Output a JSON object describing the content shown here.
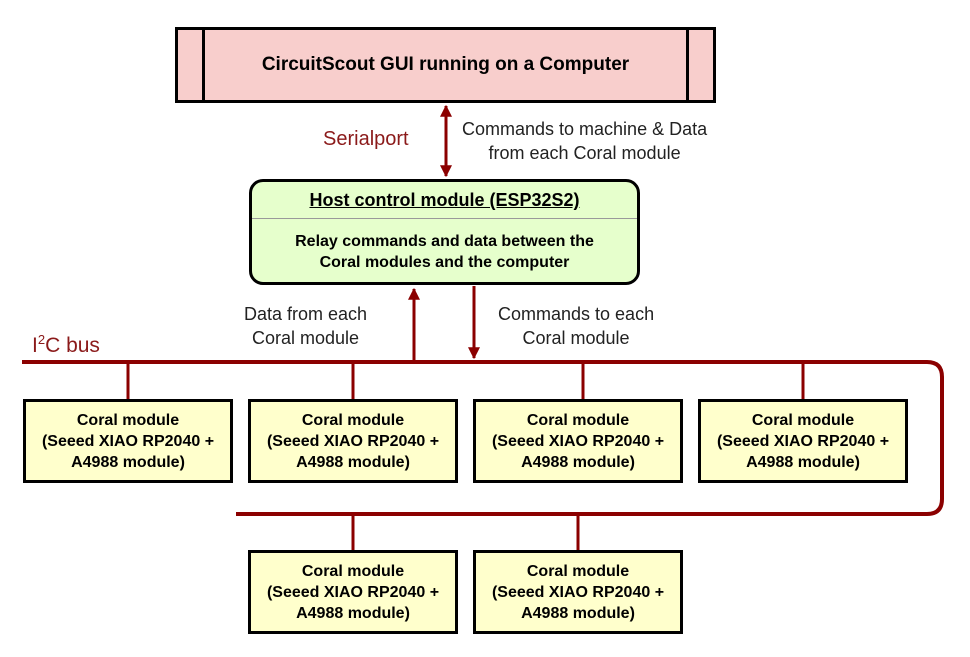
{
  "gui_box": {
    "label": "CircuitScout GUI running on a Computer"
  },
  "serialport_label": "Serialport",
  "top_link_label": [
    "Commands to machine & Data",
    "from each Coral module"
  ],
  "host_module": {
    "title": "Host control module (ESP32S2)",
    "description": [
      "Relay commands and data between the",
      "Coral modules and the computer"
    ]
  },
  "data_up_label": [
    "Data from each",
    "Coral module"
  ],
  "commands_down_label": [
    "Commands to each",
    "Coral module"
  ],
  "bus_label": {
    "prefix": "I",
    "superscript": "2",
    "suffix": "C bus"
  },
  "coral_modules": [
    {
      "line1": "Coral module",
      "line2": "(Seeed XIAO RP2040 +",
      "line3": "A4988 module)"
    },
    {
      "line1": "Coral module",
      "line2": "(Seeed XIAO RP2040 +",
      "line3": "A4988 module)"
    },
    {
      "line1": "Coral module",
      "line2": "(Seeed XIAO RP2040 +",
      "line3": "A4988 module)"
    },
    {
      "line1": "Coral module",
      "line2": "(Seeed XIAO RP2040 +",
      "line3": "A4988 module)"
    },
    {
      "line1": "Coral module",
      "line2": "(Seeed XIAO RP2040 +",
      "line3": "A4988 module)"
    },
    {
      "line1": "Coral module",
      "line2": "(Seeed XIAO RP2040 +",
      "line3": "A4988 module)"
    }
  ],
  "colors": {
    "bus": "#8b0000",
    "gui_fill": "#f8cecc",
    "host_fill": "#e6ffcc",
    "coral_fill": "#ffffcc"
  }
}
